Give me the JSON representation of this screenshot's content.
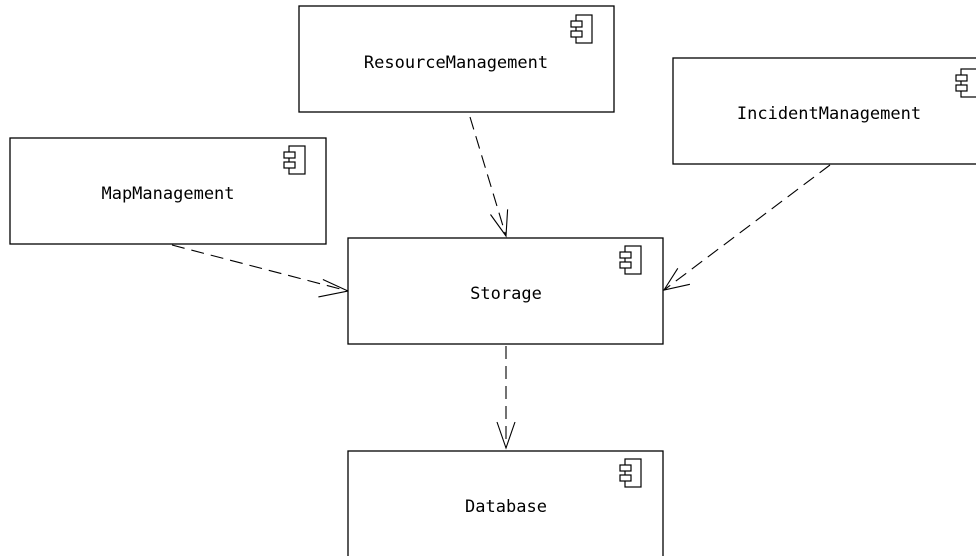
{
  "diagram": {
    "type": "uml-component-diagram",
    "components": [
      {
        "id": "resource",
        "label": "ResourceManagement",
        "icon": "component-icon"
      },
      {
        "id": "incident",
        "label": "IncidentManagement",
        "icon": "component-icon"
      },
      {
        "id": "map",
        "label": "MapManagement",
        "icon": "component-icon"
      },
      {
        "id": "storage",
        "label": "Storage",
        "icon": "component-icon"
      },
      {
        "id": "database",
        "label": "Database",
        "icon": "component-icon"
      }
    ],
    "dependencies": [
      {
        "from": "resource",
        "to": "storage",
        "style": "dashed-open-arrow"
      },
      {
        "from": "incident",
        "to": "storage",
        "style": "dashed-open-arrow"
      },
      {
        "from": "map",
        "to": "storage",
        "style": "dashed-open-arrow"
      },
      {
        "from": "storage",
        "to": "database",
        "style": "dashed-open-arrow"
      }
    ]
  }
}
